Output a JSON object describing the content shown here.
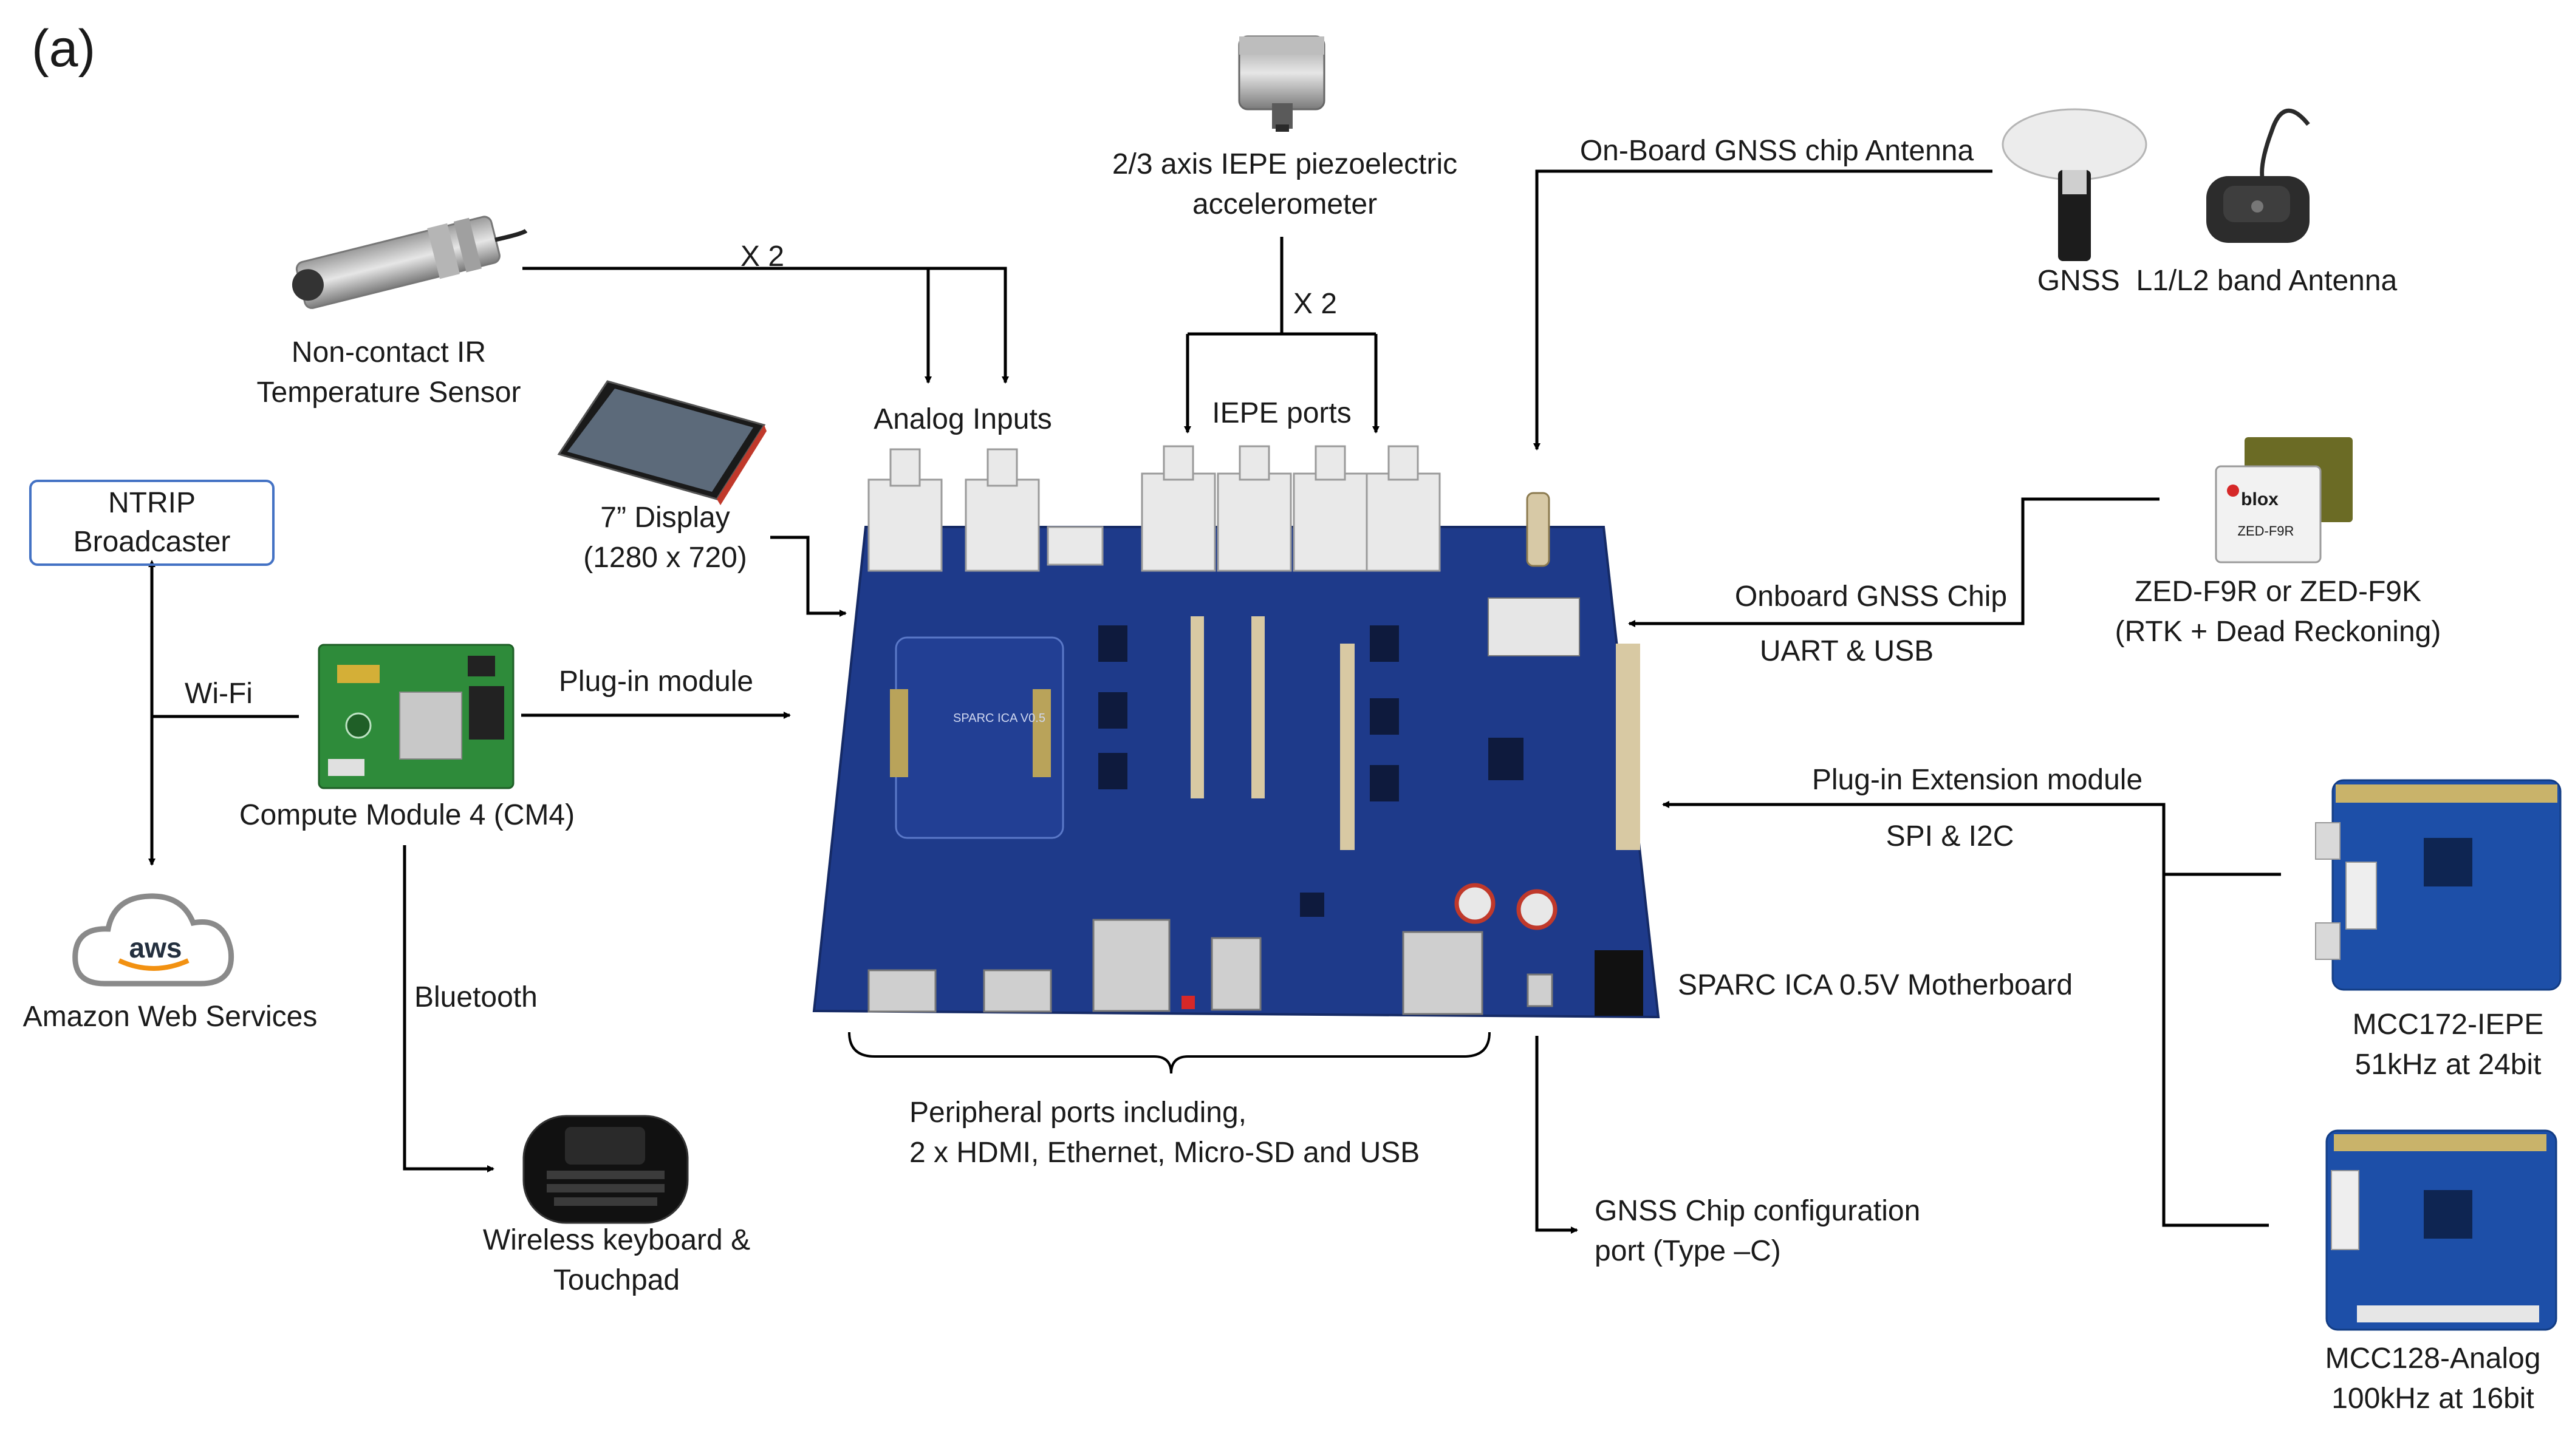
{
  "panel_label": "(a)",
  "labels": {
    "accelerometer": "2/3 axis IEPE piezoelectric\naccelerometer",
    "onboard_gnss_antenna": "On-Board GNSS chip Antenna",
    "gnss_antenna": "GNSS  L1/L2 band Antenna",
    "x2_analog": "X 2",
    "x2_iepe": "X 2",
    "ir_sensor": "Non-contact IR\nTemperature Sensor",
    "analog_inputs": "Analog Inputs",
    "iepe_ports": "IEPE ports",
    "display": "7” Display\n(1280 x 720)",
    "ntrip": "NTRIP\nBroadcaster",
    "wifi": "Wi-Fi",
    "plugin_module": "Plug-in module",
    "cm4": "Compute Module 4 (CM4)",
    "aws": "Amazon Web Services",
    "aws_logo": "aws",
    "bluetooth": "Bluetooth",
    "keyboard": "Wireless keyboard &\nTouchpad",
    "onboard_gnss_chip": "Onboard GNSS Chip",
    "uart_usb": "UART & USB",
    "zed": "ZED-F9R or ZED-F9K\n(RTK + Dead Reckoning)",
    "ublox_logo": "blox",
    "zed_chip_text": "ZED-F9R",
    "plugin_extension": "Plug-in Extension module",
    "spi_i2c": "SPI & I2C",
    "motherboard": "SPARC ICA 0.5V Motherboard",
    "board_silk": "SPARC ICA V0.5",
    "mcc172": "MCC172-IEPE\n51kHz at 24bit",
    "mcc128": "MCC128-Analog\n100kHz at 16bit",
    "peripheral": "Peripheral ports including,\n2 x HDMI, Ethernet, Micro-SD and USB",
    "gnss_config": "GNSS Chip configuration\nport (Type –C)"
  },
  "colors": {
    "board": "#1e3a8a",
    "board_dark": "#152a66",
    "ntrip_border": "#4472c4",
    "line": "#000000",
    "cm4_green": "#2e8b3a",
    "hat_blue": "#1d4fa8"
  }
}
